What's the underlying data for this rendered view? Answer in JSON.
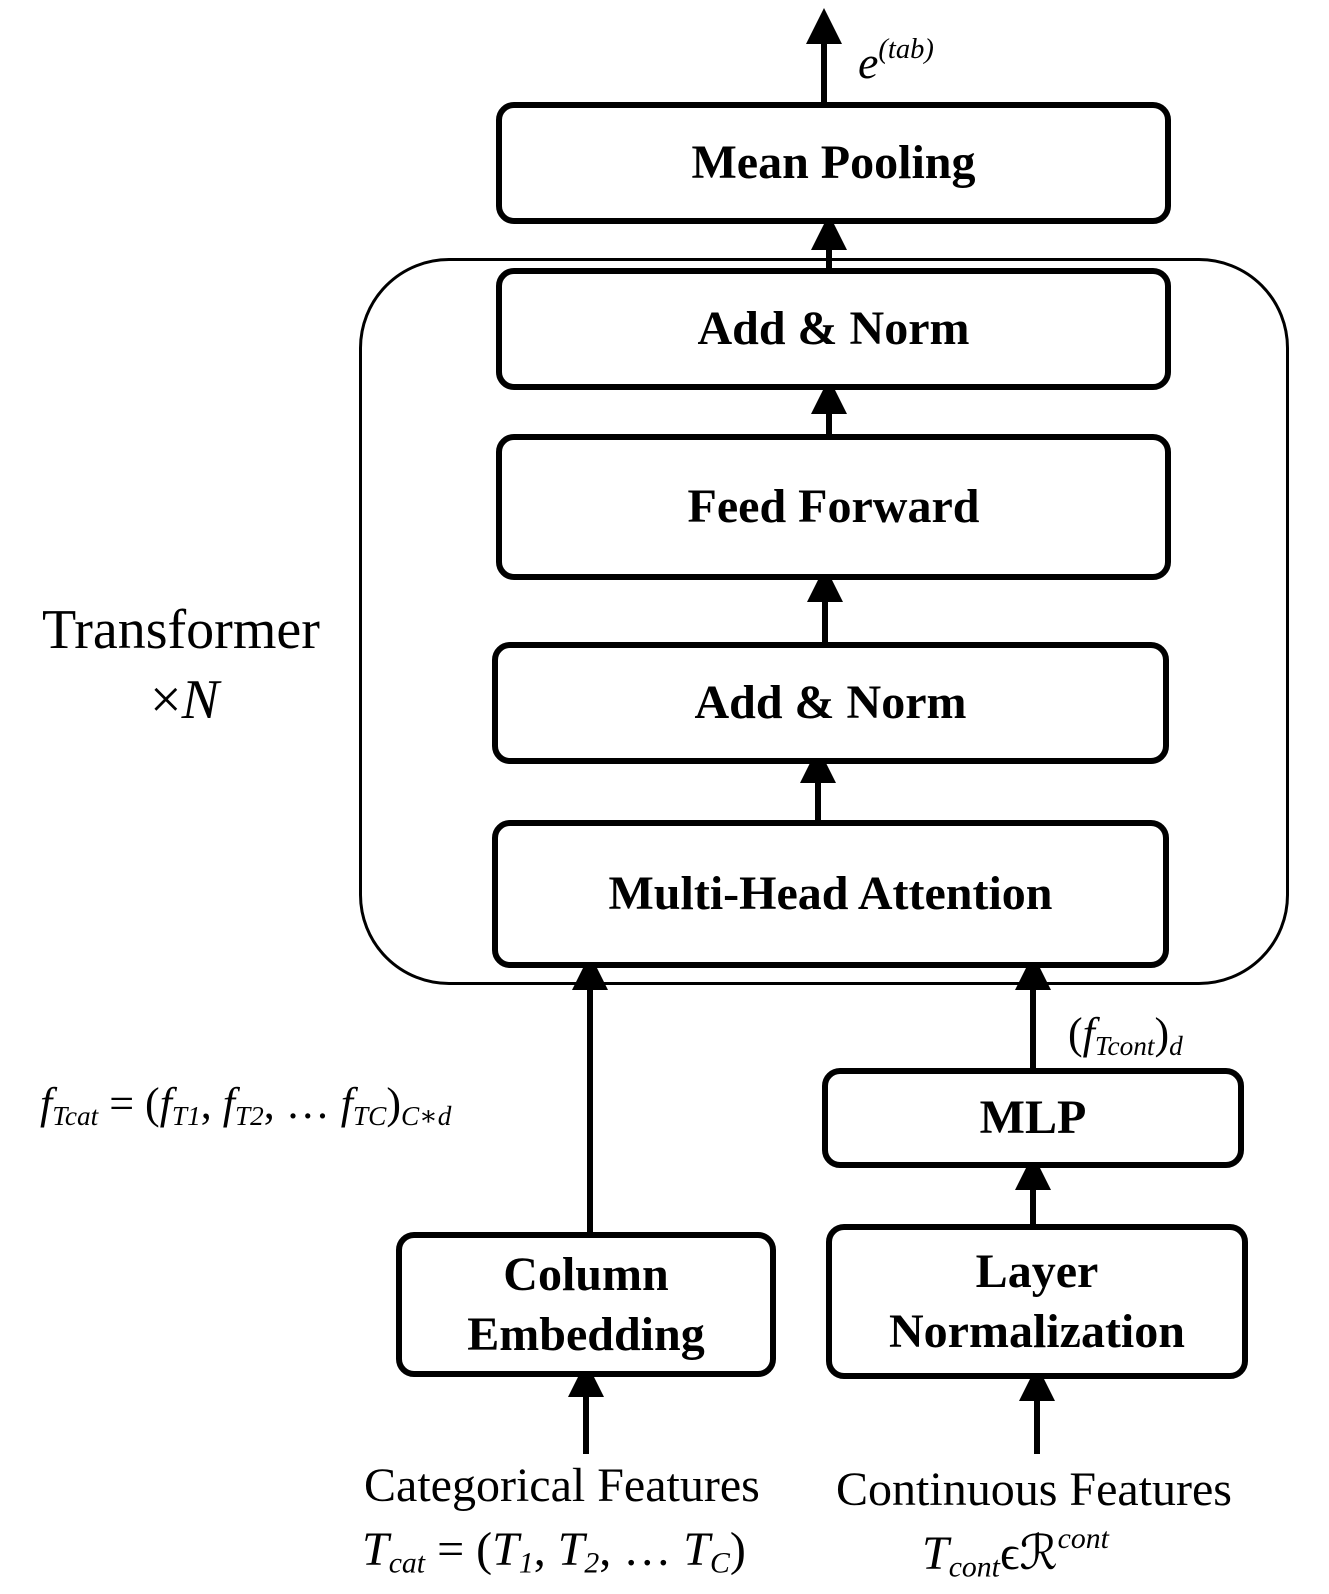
{
  "output": {
    "symbol": "e",
    "superscript": "(tab)"
  },
  "blocks": {
    "mean_pooling": "Mean Pooling",
    "add_norm_top": "Add & Norm",
    "feed_forward": "Feed Forward",
    "add_norm_bottom": "Add & Norm",
    "multi_head_attention": "Multi-Head Attention",
    "mlp": "MLP",
    "column_embedding_line1": "Column",
    "column_embedding_line2": "Embedding",
    "layer_norm_line1": "Layer",
    "layer_norm_line2": "Normalization"
  },
  "transformer": {
    "label": "Transformer",
    "repeat_times": "×",
    "repeat_symbol": "N"
  },
  "formulas": {
    "f_cat": {
      "lhs": "f",
      "lhs_sub": "Tcat",
      "eq": " = (",
      "t1": "f",
      "t1_sub": "T1",
      "sep1": ", ",
      "t2": "f",
      "t2_sub": "T2",
      "sep2": ", … ",
      "tc": "f",
      "tc_sub": "TC",
      "close": ")",
      "outer_sub": "C∗d"
    },
    "f_cont": {
      "open": "(",
      "f": "f",
      "f_sub": "Tcont",
      "close": ")",
      "outer_sub": "d"
    }
  },
  "inputs": {
    "categorical": {
      "title": "Categorical Features",
      "T": "T",
      "T_sub": "cat",
      "eq": " = (",
      "t1": "T",
      "t1_sub": "1",
      "sep1": ", ",
      "t2": "T",
      "t2_sub": "2",
      "sep2": ", … ",
      "tc": "T",
      "tc_sub": "C",
      "close": ")"
    },
    "continuous": {
      "title": "Continuous Features",
      "T": "T",
      "T_sub": "cont",
      "in": "ϵ",
      "R": "ℛ",
      "R_sup": "cont"
    }
  }
}
